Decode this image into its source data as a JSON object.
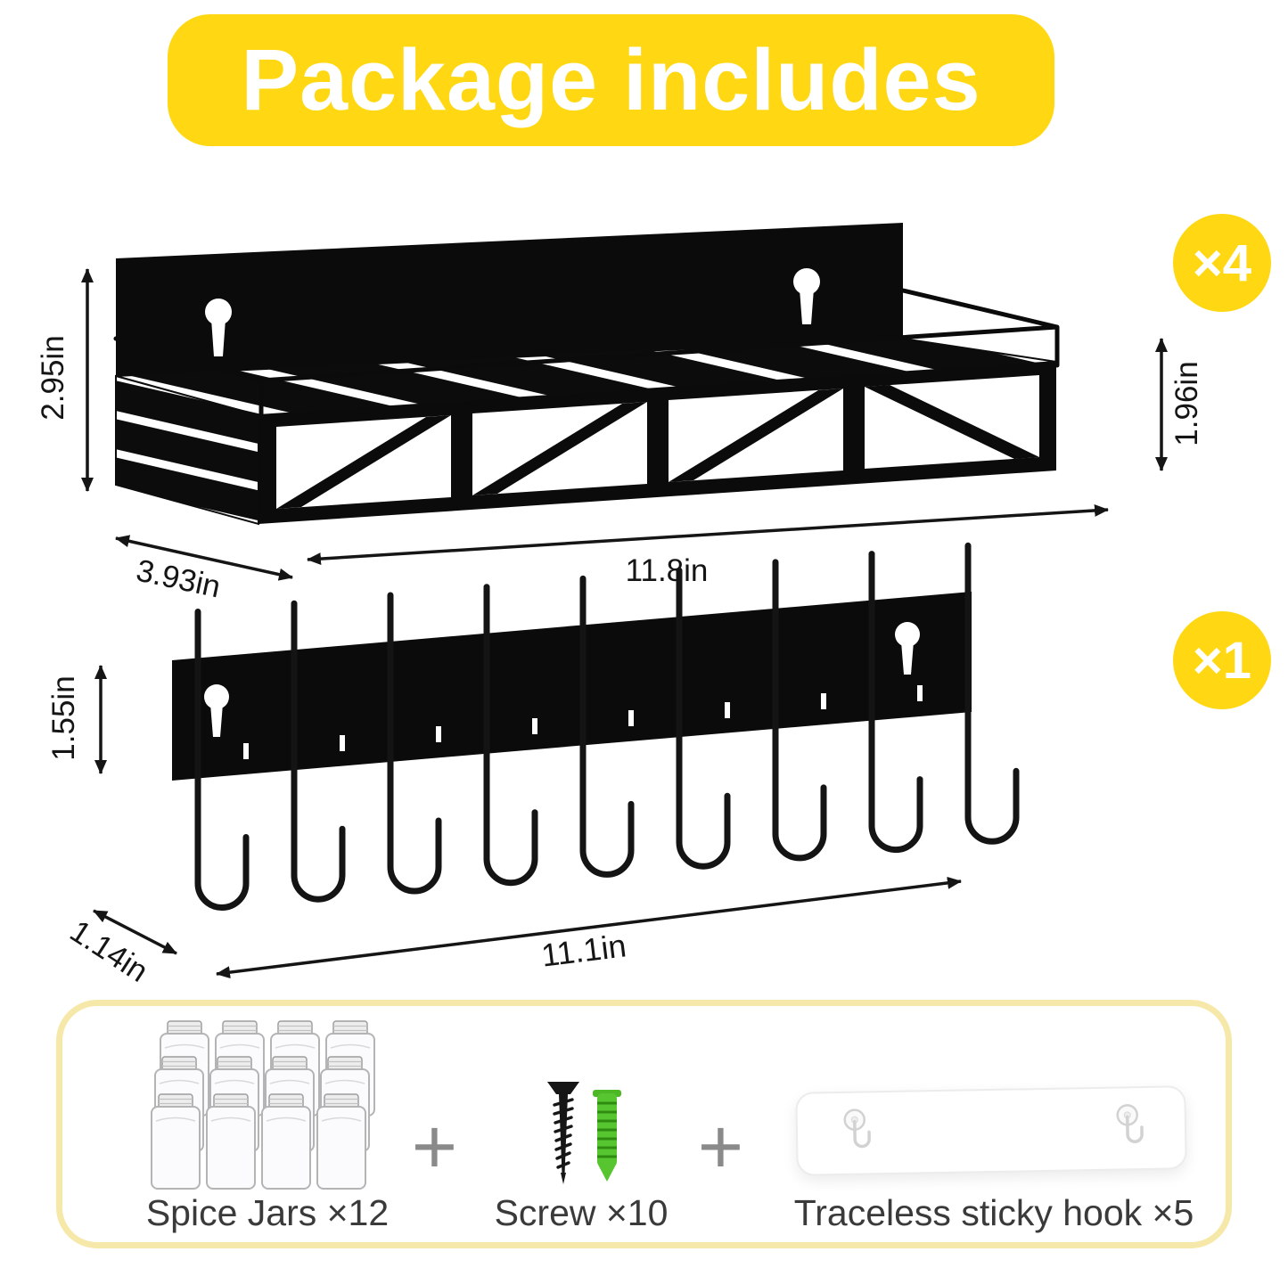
{
  "banner": {
    "title": "Package includes"
  },
  "shelf": {
    "count_label": "×4",
    "dim_height_back": "2.95in",
    "dim_height_front": "1.96in",
    "dim_depth": "3.93in",
    "dim_width": "11.8in"
  },
  "hook_rail": {
    "count_label": "×1",
    "dim_height": "1.55in",
    "dim_depth": "1.14in",
    "dim_width": "11.1in"
  },
  "package_contents": {
    "separator": "+",
    "items": [
      {
        "id": "spice-jars",
        "label": "Spice Jars ×12"
      },
      {
        "id": "screw",
        "label": "Screw ×10"
      },
      {
        "id": "sticky-hook",
        "label": "Traceless sticky hook ×5"
      }
    ]
  },
  "colors": {
    "accent_yellow": "#FFD813",
    "box_border_yellow": "#F6E8A8",
    "product_black": "#0C0C0C",
    "anchor_green": "#57C52F",
    "label_gray": "#3A3A3A"
  }
}
